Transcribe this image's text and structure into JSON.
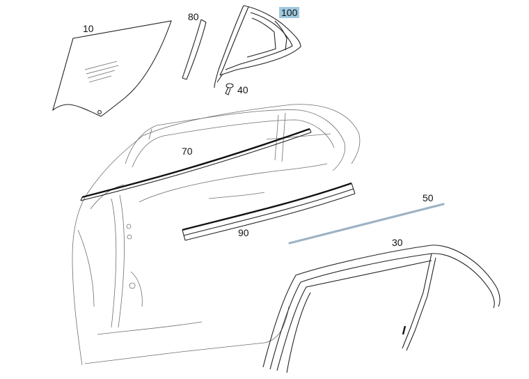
{
  "diagram": {
    "callouts": [
      {
        "id": "label-10",
        "text": "10"
      },
      {
        "id": "label-80",
        "text": "80"
      },
      {
        "id": "label-100",
        "text": "100",
        "highlight": true
      },
      {
        "id": "label-40",
        "text": "40"
      },
      {
        "id": "label-70",
        "text": "70"
      },
      {
        "id": "label-50",
        "text": "50"
      },
      {
        "id": "label-90",
        "text": "90"
      },
      {
        "id": "label-30",
        "text": "30"
      }
    ],
    "colors": {
      "highlight": "#9fc9df",
      "line": "#222222",
      "faint_line": "#6e6e6e",
      "trim_strip": "#9eb3c4"
    }
  }
}
